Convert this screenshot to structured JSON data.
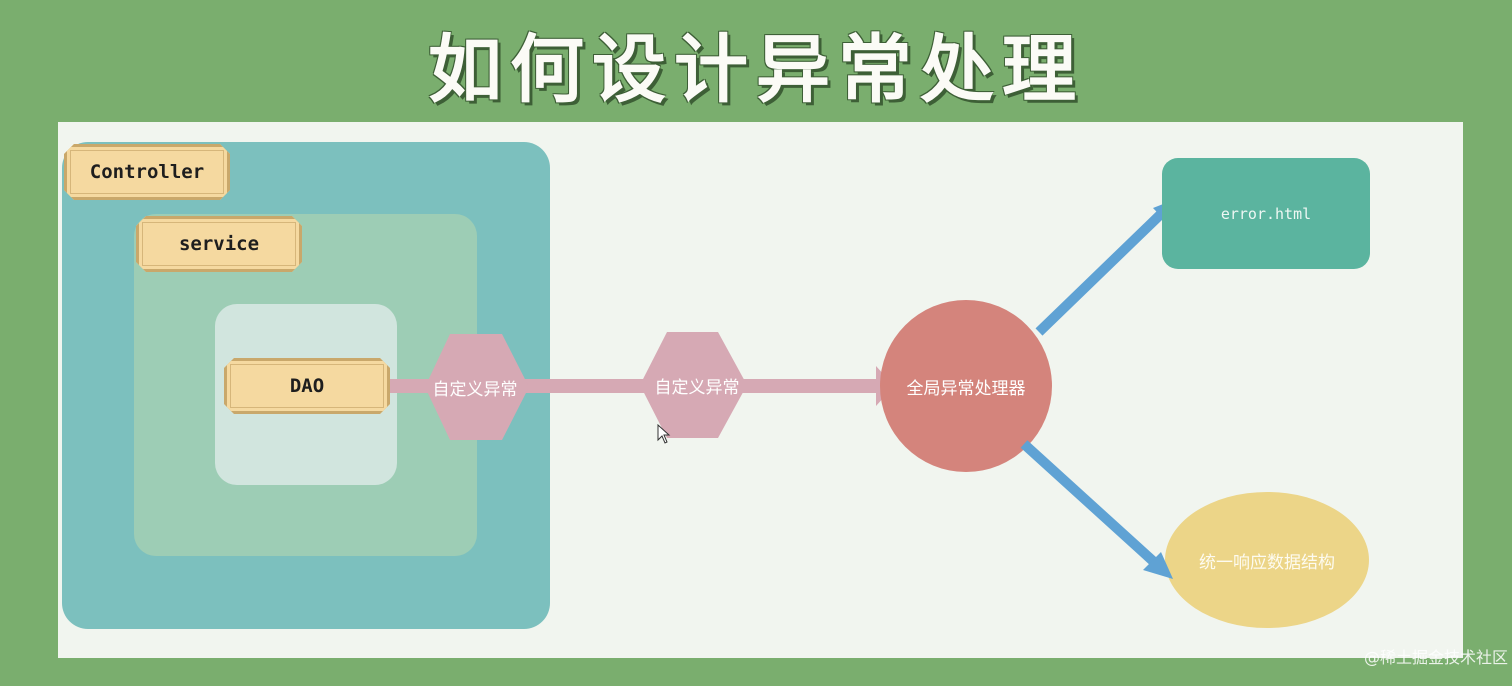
{
  "title": "如何设计异常处理",
  "layers": {
    "controller": "Controller",
    "service": "service",
    "dao": "DAO"
  },
  "flow": {
    "exception_1": "自定义异常",
    "exception_2": "自定义异常",
    "global_handler": "全局异常处理器"
  },
  "outputs": {
    "error_page": "error.html",
    "unified_response": "统一响应数据结构"
  },
  "watermark": "@稀土掘金技术社区",
  "colors": {
    "background": "#7aae6e",
    "controller": "#7cc0be",
    "service": "#9dcdb5",
    "dao": "#d1e5de",
    "exception": "#d6a9b4",
    "handler": "#d4847c",
    "error_page": "#5bb49f",
    "unified_response": "#ecd588",
    "arrow_blue": "#5fa2d4"
  }
}
